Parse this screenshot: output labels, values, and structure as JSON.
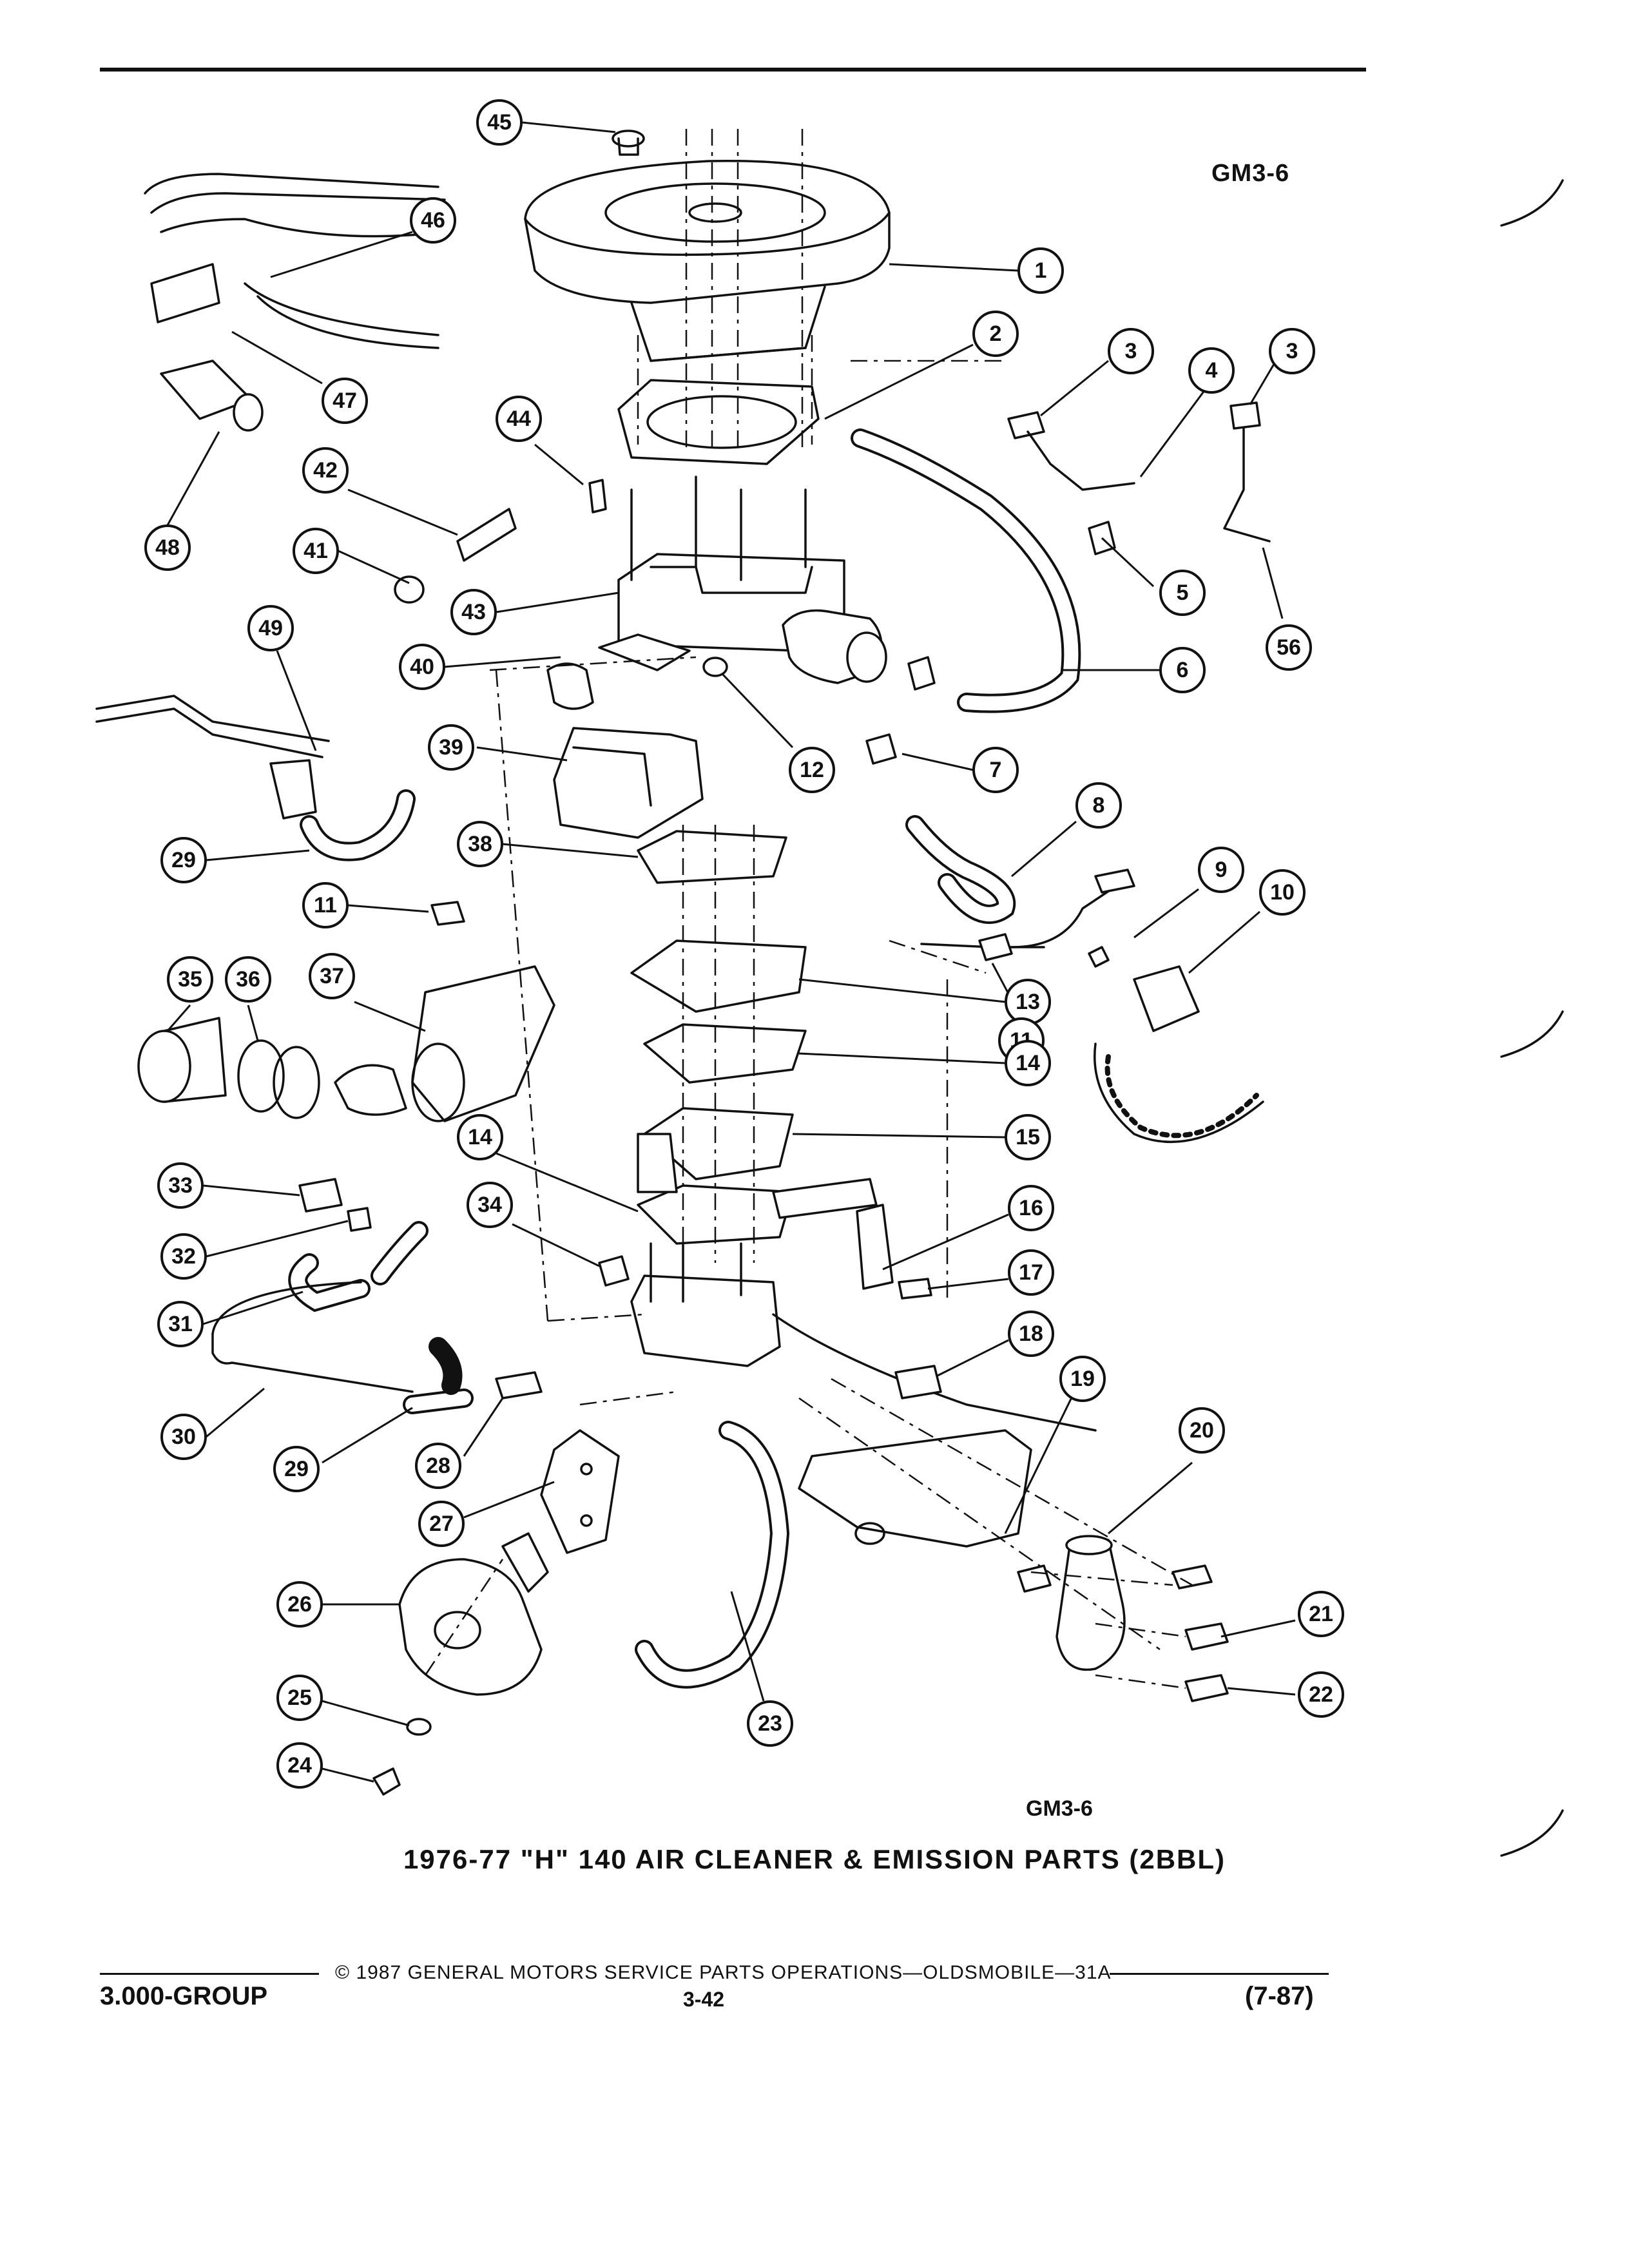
{
  "figure_code_top": "GM3-6",
  "figure_code_bottom": "GM3-6",
  "figure_title": "1976-77 \"H\" 140 AIR CLEANER & EMISSION PARTS (2BBL)",
  "footer": {
    "copyright": "© 1987 GENERAL MOTORS SERVICE PARTS OPERATIONS—OLDSMOBILE—31A",
    "group_code": "3.000-GROUP",
    "page_number": "3-42",
    "revision": "(7-87)"
  },
  "callouts": [
    "45",
    "46",
    "1",
    "47",
    "2",
    "3",
    "4",
    "3",
    "48",
    "42",
    "44",
    "41",
    "5",
    "56",
    "43",
    "6",
    "49",
    "40",
    "12",
    "7",
    "39",
    "8",
    "29",
    "38",
    "9",
    "10",
    "11",
    "35",
    "36",
    "37",
    "13",
    "11",
    "14",
    "15",
    "14",
    "33",
    "34",
    "16",
    "32",
    "17",
    "31",
    "18",
    "19",
    "30",
    "20",
    "29",
    "28",
    "27",
    "26",
    "21",
    "22",
    "23",
    "25",
    "24"
  ]
}
